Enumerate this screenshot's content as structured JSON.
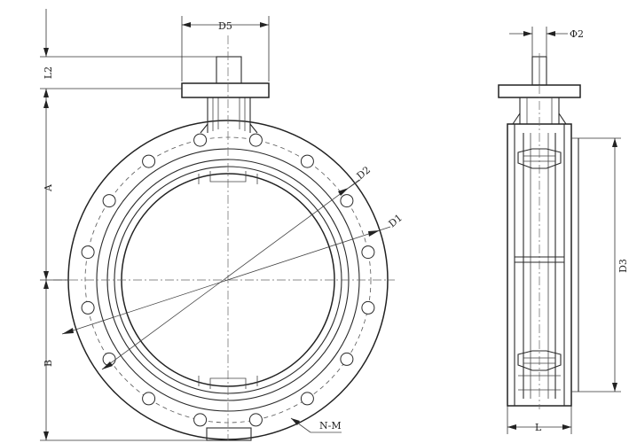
{
  "labels": {
    "d5": "D5",
    "l2": "L2",
    "a": "A",
    "b": "B",
    "d2": "D2",
    "d1": "D1",
    "nm": "N-M",
    "phi2": "Φ2",
    "d3": "D3",
    "l": "L"
  },
  "bolt_holes": 16,
  "colors": {
    "line": "#2a2a2a",
    "background": "#ffffff"
  }
}
